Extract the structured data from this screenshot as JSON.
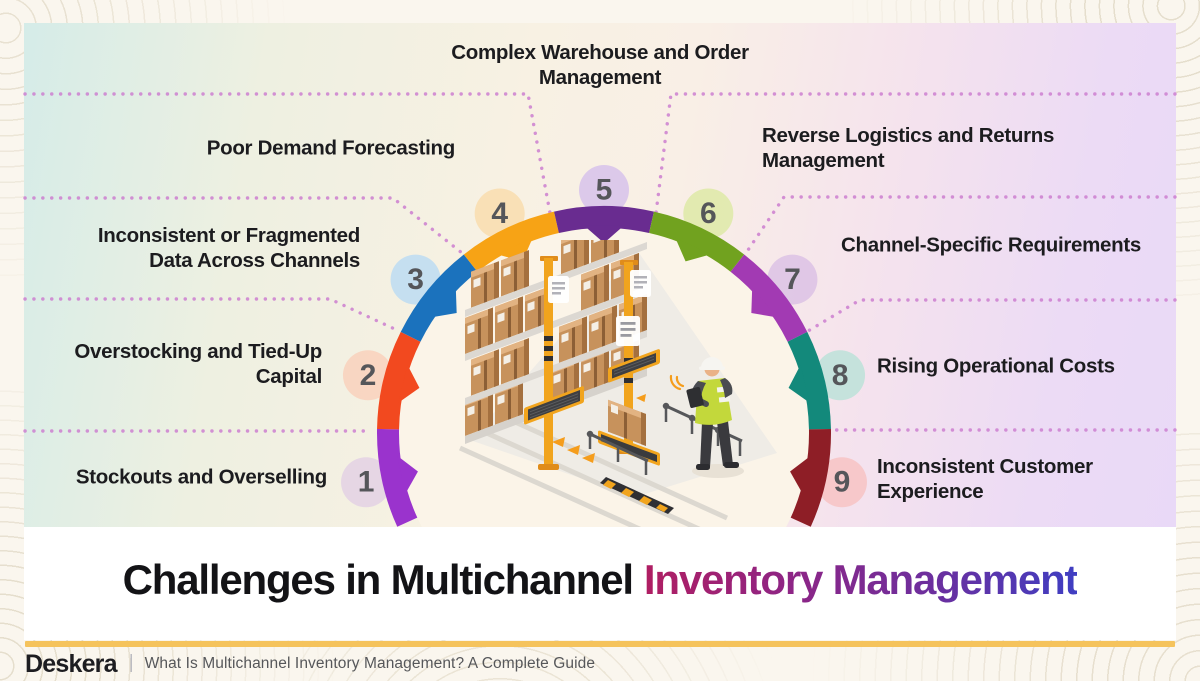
{
  "background": {
    "page_color": "#faf6ee",
    "contour_line_color": "rgba(182,166,128,0.3)"
  },
  "card": {
    "gradient_colors": [
      "#d5ece8",
      "#f8f1e3",
      "#f5e3ed",
      "#e9d9f7"
    ],
    "inner_circle_color": "#fbf4e8",
    "white_band_color": "#ffffff"
  },
  "connectors": {
    "dot_color": "#cd7fd0"
  },
  "ring": {
    "number_color": "#55565a",
    "segments": [
      {
        "number": "1",
        "label_lines": [
          "Stockouts and Overselling"
        ],
        "arc_color": "#9a33cd",
        "badge_color": "#e4d4e4"
      },
      {
        "number": "2",
        "label_lines": [
          "Overstocking and Tied-Up",
          "Capital"
        ],
        "arc_color": "#f2491f",
        "badge_color": "#f8d4bf"
      },
      {
        "number": "3",
        "label_lines": [
          "Inconsistent or Fragmented",
          "Data Across Channels"
        ],
        "arc_color": "#1b72bd",
        "badge_color": "#c0ddf1"
      },
      {
        "number": "4",
        "label_lines": [
          "Poor Demand Forecasting"
        ],
        "arc_color": "#f7a315",
        "badge_color": "#f8deb2"
      },
      {
        "number": "5",
        "label_lines": [
          "Complex Warehouse and Order",
          "Management"
        ],
        "arc_color": "#692c90",
        "badge_color": "#d9c5ea"
      },
      {
        "number": "6",
        "label_lines": [
          "Reverse Logistics and Returns",
          "Management"
        ],
        "arc_color": "#71a21f",
        "badge_color": "#e0e9ab"
      },
      {
        "number": "7",
        "label_lines": [
          "Channel-Specific Requirements"
        ],
        "arc_color": "#a23ab3",
        "badge_color": "#ddc4e5"
      },
      {
        "number": "8",
        "label_lines": [
          "Rising Operational Costs"
        ],
        "arc_color": "#13897b",
        "badge_color": "#c0e2da"
      },
      {
        "number": "9",
        "label_lines": [
          "Inconsistent Customer",
          "Experience"
        ],
        "arc_color": "#8e1e26",
        "badge_color": "#f6c5c7"
      }
    ]
  },
  "title": {
    "prefix": "Challenges in Multichannel",
    "highlight": "Inventory Management",
    "prefix_color": "#131316",
    "highlight_gradient": [
      "#b01e62",
      "#8e2585",
      "#6c2f9e",
      "#3f3ec2"
    ]
  },
  "divider": {
    "color": "#f5c35c"
  },
  "footer": {
    "brand": "Deskera",
    "separator": "|",
    "tagline": "What Is Multichannel Inventory Management? A Complete Guide"
  },
  "illustration": {
    "description": "isometric automated warehouse",
    "elements": [
      "storage-rack-with-boxes",
      "stacker-crane-lifts",
      "conveyor-box",
      "warehouse-worker-with-tablet",
      "document-tags",
      "floor-arrows"
    ]
  }
}
